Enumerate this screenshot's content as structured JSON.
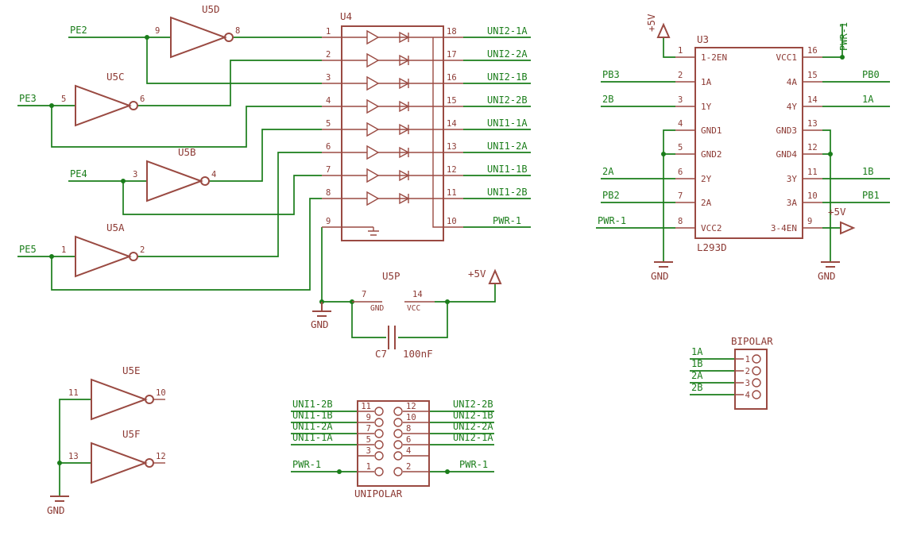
{
  "colors": {
    "background": "#ffffff",
    "wire_green": "#1a7d1a",
    "symbol_maroon": "#9a4a42",
    "text_maroon": "#8c3a34"
  },
  "labels": {
    "pe2": "PE2",
    "pe3": "PE3",
    "pe4": "PE4",
    "pe5": "PE5",
    "gnd": "GND",
    "p5v": "+5V",
    "pwr1": "PWR-1",
    "pb0": "PB0",
    "pb1": "PB1",
    "pb2": "PB2",
    "pb3": "PB3",
    "net_1a": "1A",
    "net_1b": "1B",
    "net_2a": "2A",
    "net_2b": "2B"
  },
  "inverters": [
    {
      "ref": "U5D",
      "in_pin": "9",
      "out_pin": "8"
    },
    {
      "ref": "U5C",
      "in_pin": "5",
      "out_pin": "6"
    },
    {
      "ref": "U5B",
      "in_pin": "3",
      "out_pin": "4"
    },
    {
      "ref": "U5A",
      "in_pin": "1",
      "out_pin": "2"
    },
    {
      "ref": "U5E",
      "in_pin": "11",
      "out_pin": "10"
    },
    {
      "ref": "U5F",
      "in_pin": "13",
      "out_pin": "12"
    }
  ],
  "u4": {
    "ref": "U4",
    "left_pins": [
      "1",
      "2",
      "3",
      "4",
      "5",
      "6",
      "7",
      "8",
      "9"
    ],
    "right_pins": [
      "18",
      "17",
      "16",
      "15",
      "14",
      "13",
      "12",
      "11",
      "10"
    ],
    "right_nets": [
      "UNI2-1A",
      "UNI2-2A",
      "UNI2-1B",
      "UNI2-2B",
      "UNI1-1A",
      "UNI1-2A",
      "UNI1-1B",
      "UNI1-2B",
      "PWR-1"
    ]
  },
  "u5p": {
    "ref": "U5P",
    "pins": [
      {
        "num": "7",
        "name": "GND"
      },
      {
        "num": "14",
        "name": "VCC"
      }
    ]
  },
  "c7": {
    "ref": "C7",
    "value": "100nF"
  },
  "u3": {
    "ref": "U3",
    "value": "L293D",
    "rows": [
      {
        "lnum": "1",
        "lname": "1-2EN",
        "rname": "VCC1",
        "rnum": "16"
      },
      {
        "lnum": "2",
        "lname": "1A",
        "rname": "4A",
        "rnum": "15"
      },
      {
        "lnum": "3",
        "lname": "1Y",
        "rname": "4Y",
        "rnum": "14"
      },
      {
        "lnum": "4",
        "lname": "GND1",
        "rname": "GND3",
        "rnum": "13"
      },
      {
        "lnum": "5",
        "lname": "GND2",
        "rname": "GND4",
        "rnum": "12"
      },
      {
        "lnum": "6",
        "lname": "2Y",
        "rname": "3Y",
        "rnum": "11"
      },
      {
        "lnum": "7",
        "lname": "2A",
        "rname": "3A",
        "rnum": "10"
      },
      {
        "lnum": "8",
        "lname": "VCC2",
        "rname": "3-4EN",
        "rnum": "9"
      }
    ]
  },
  "unipolar": {
    "title": "UNIPOLAR",
    "rows": [
      {
        "lnum": "11",
        "rnum": "12",
        "lnet": "UNI1-2B",
        "rnet": "UNI2-2B"
      },
      {
        "lnum": "9",
        "rnum": "10",
        "lnet": "UNI1-1B",
        "rnet": "UNI2-1B"
      },
      {
        "lnum": "7",
        "rnum": "8",
        "lnet": "UNI1-2A",
        "rnet": "UNI2-2A"
      },
      {
        "lnum": "5",
        "rnum": "6",
        "lnet": "UNI1-1A",
        "rnet": "UNI2-1A"
      },
      {
        "lnum": "3",
        "rnum": "4",
        "lnet": "",
        "rnet": ""
      },
      {
        "lnum": "1",
        "rnum": "2",
        "lnet": "PWR-1",
        "rnet": "PWR-1"
      }
    ]
  },
  "bipolar": {
    "title": "BIPOLAR",
    "pins": [
      {
        "num": "1",
        "net": "1A"
      },
      {
        "num": "2",
        "net": "1B"
      },
      {
        "num": "3",
        "net": "2A"
      },
      {
        "num": "4",
        "net": "2B"
      }
    ]
  }
}
